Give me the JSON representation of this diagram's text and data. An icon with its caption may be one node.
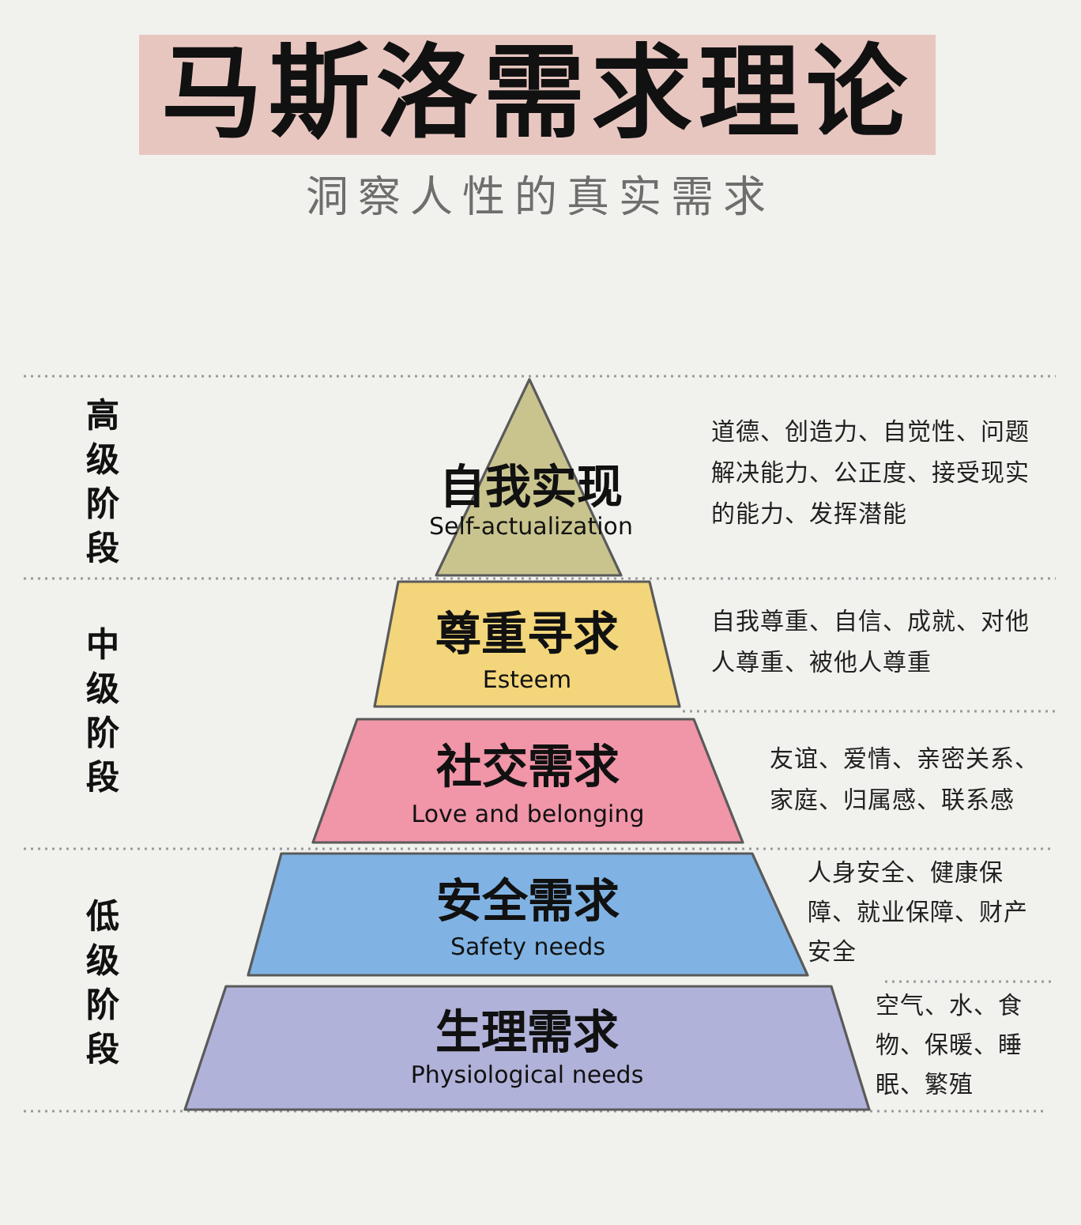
{
  "diagram": {
    "title": "马斯洛需求理论",
    "nodes": [
      {
        "text": [
          "自我实现",
          "Self-actualization"
        ],
        "beside": [
          "道德、创造力、自觉性、问题解决能力、公正度、接受现实的能力、发挥潜能"
        ]
      },
      {
        "text": [
          "尊重寻求",
          "Esteem"
        ],
        "beside": [
          "自我尊重、自信、成就、对他人尊重、被他人尊重"
        ]
      },
      {
        "text": [
          "社交需求",
          "Love and belonging"
        ],
        "beside": [
          "友谊、爱情、亲密关系、家庭、归属感、联系感"
        ]
      },
      {
        "text": [
          "安全需求",
          "Safety needs"
        ],
        "beside": [
          "人身安全、健康保障、就业保障、财产安全"
        ]
      },
      {
        "text": [
          "生理需求",
          "Physiological needs"
        ],
        "beside": [
          "空气、水、食物、保暖、睡眠、繁殖"
        ]
      }
    ],
    "labels": [
      "洞察人性的真实需求",
      "高级阶段",
      "中级阶段",
      "低级阶段"
    ]
  }
}
